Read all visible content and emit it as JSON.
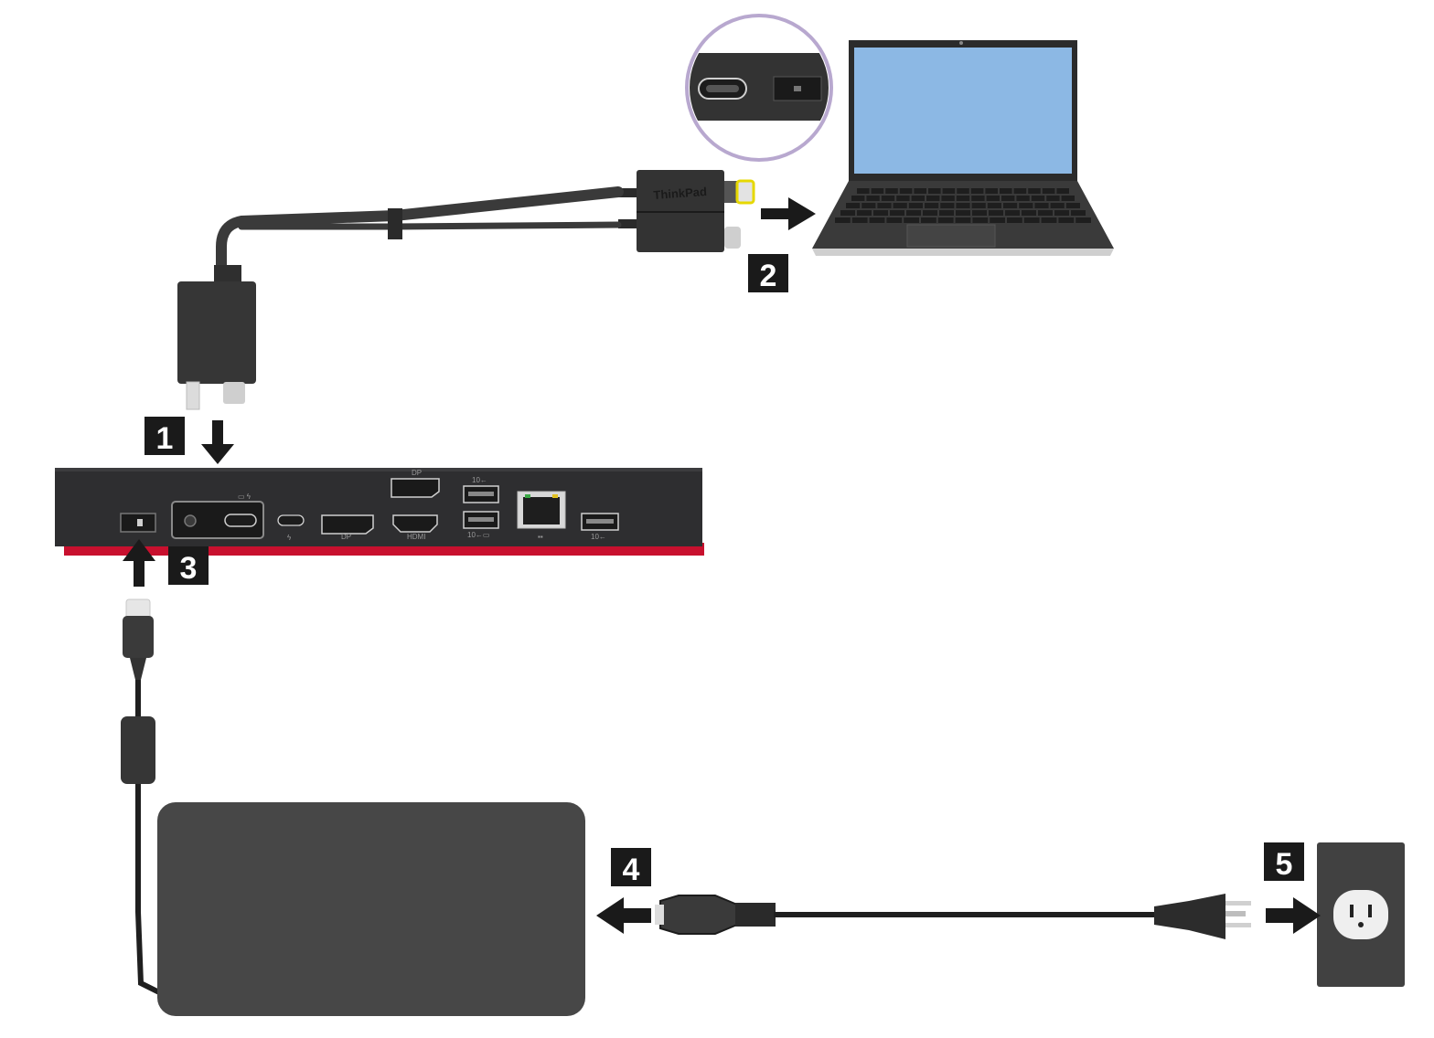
{
  "diagram": {
    "steps": [
      "1",
      "2",
      "3",
      "4",
      "5"
    ],
    "brand": "ThinkPad",
    "port_labels": {
      "hdmi": "HDMI",
      "usb_top": "10←",
      "usb_mid": "10←▭",
      "usb_right": "10←"
    }
  },
  "colors": {
    "dock_body": "#2e2e30",
    "dock_stripe": "#c8102e",
    "laptop_screen": "#8cb8e4",
    "adapter": "#474747",
    "callout_ring": "#b8a8cf",
    "step_badge": "#1a1a1a",
    "arrow": "#1a1a1a"
  }
}
